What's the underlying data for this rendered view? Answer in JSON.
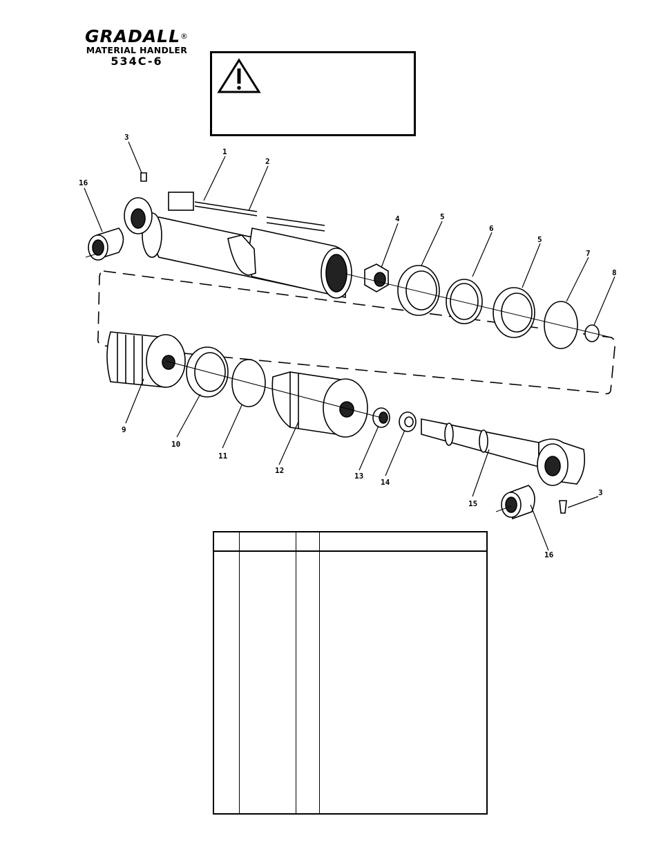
{
  "logo": {
    "brand": "GRADALL",
    "reg_mark": "®",
    "subtitle": "MATERIAL HANDLER",
    "model": "534C-6"
  },
  "callouts": [
    "1",
    "2",
    "3",
    "3",
    "4",
    "5",
    "5",
    "6",
    "7",
    "8",
    "9",
    "10",
    "11",
    "12",
    "13",
    "14",
    "15",
    "16",
    "16"
  ],
  "colors": {
    "ink": "#000000",
    "paper": "#ffffff"
  },
  "icons": [
    "warning-triangle-icon"
  ]
}
